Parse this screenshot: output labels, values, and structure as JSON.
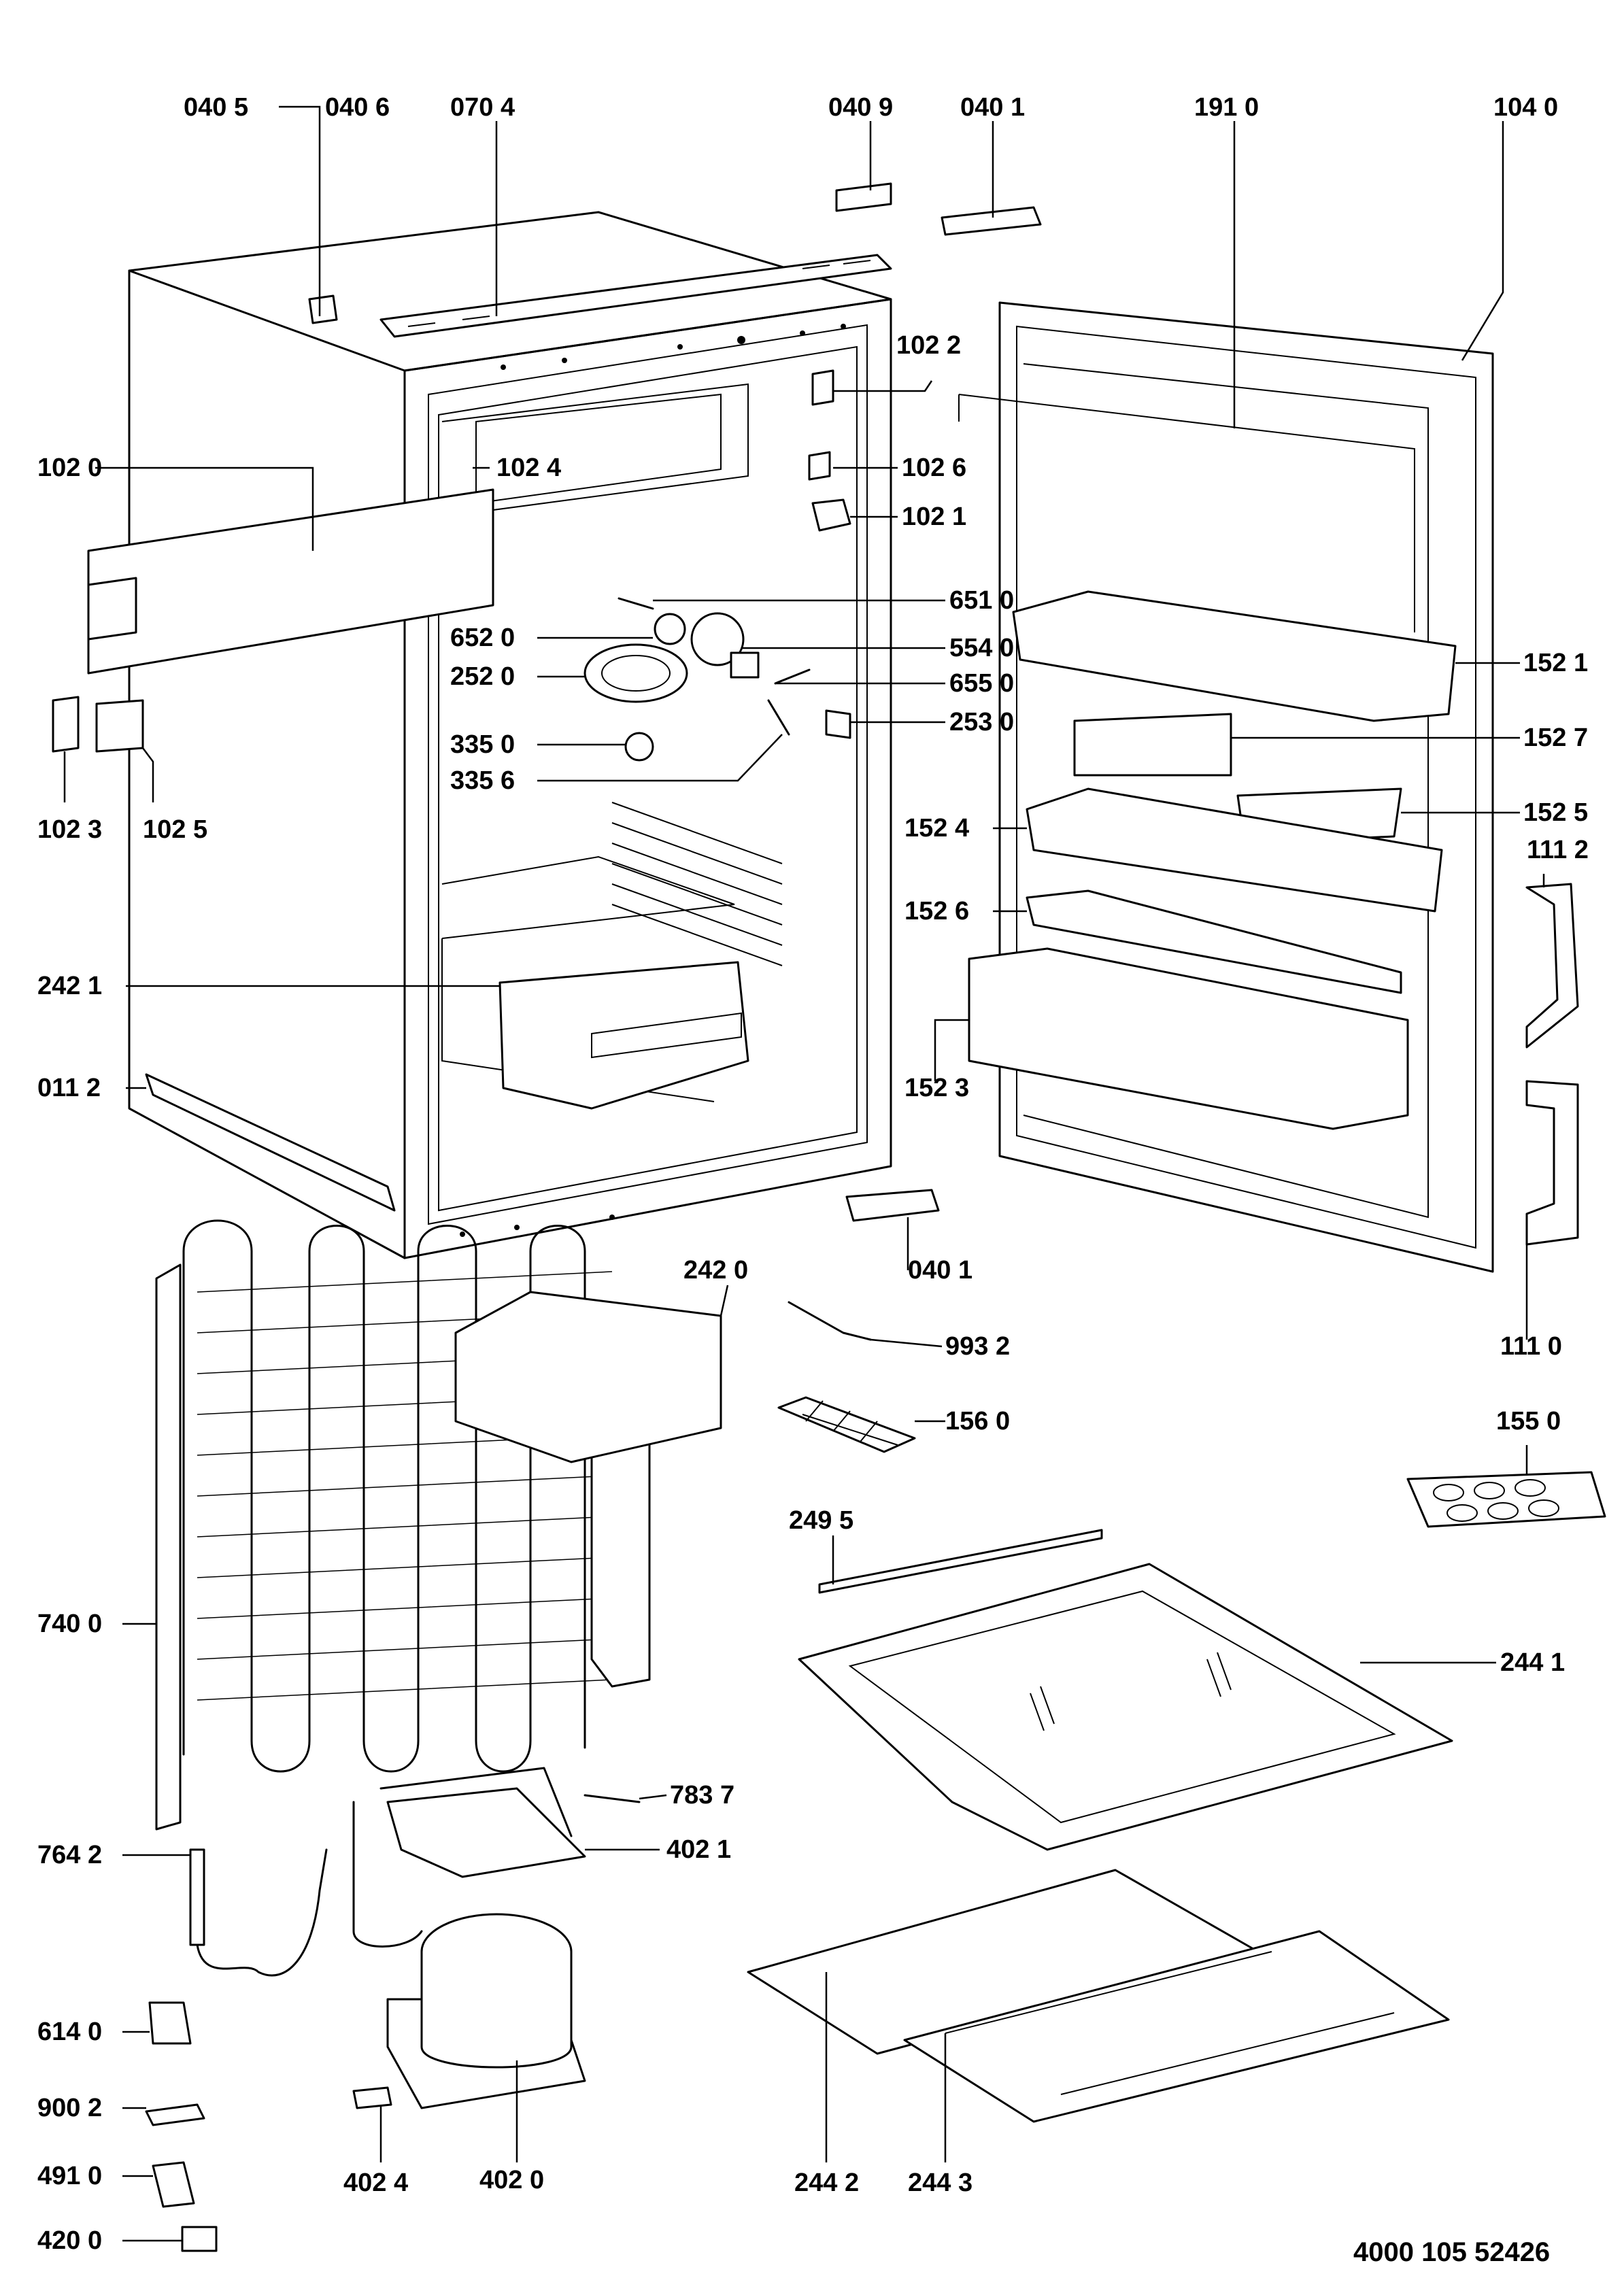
{
  "document_number": "4000 105 52426",
  "callouts": [
    {
      "id": "c-0405",
      "text": "040 5"
    },
    {
      "id": "c-0406",
      "text": "040 6"
    },
    {
      "id": "c-0704",
      "text": "070 4"
    },
    {
      "id": "c-0409",
      "text": "040 9"
    },
    {
      "id": "c-0401a",
      "text": "040 1"
    },
    {
      "id": "c-1910",
      "text": "191 0"
    },
    {
      "id": "c-1040",
      "text": "104 0"
    },
    {
      "id": "c-1022",
      "text": "102 2"
    },
    {
      "id": "c-1020",
      "text": "102 0"
    },
    {
      "id": "c-1024",
      "text": "102 4"
    },
    {
      "id": "c-1026",
      "text": "102 6"
    },
    {
      "id": "c-1021",
      "text": "102 1"
    },
    {
      "id": "c-6510",
      "text": "651 0"
    },
    {
      "id": "c-6520",
      "text": "652 0"
    },
    {
      "id": "c-5540",
      "text": "554 0"
    },
    {
      "id": "c-2520",
      "text": "252 0"
    },
    {
      "id": "c-6550",
      "text": "655 0"
    },
    {
      "id": "c-2530",
      "text": "253 0"
    },
    {
      "id": "c-1521",
      "text": "152 1"
    },
    {
      "id": "c-3350",
      "text": "335 0"
    },
    {
      "id": "c-3356",
      "text": "335 6"
    },
    {
      "id": "c-1527",
      "text": "152 7"
    },
    {
      "id": "c-1023",
      "text": "102 3"
    },
    {
      "id": "c-1025",
      "text": "102 5"
    },
    {
      "id": "c-1524",
      "text": "152 4"
    },
    {
      "id": "c-1525",
      "text": "152 5"
    },
    {
      "id": "c-1112",
      "text": "111 2"
    },
    {
      "id": "c-1526",
      "text": "152 6"
    },
    {
      "id": "c-2421",
      "text": "242 1"
    },
    {
      "id": "c-0112",
      "text": "011 2"
    },
    {
      "id": "c-1523",
      "text": "152 3"
    },
    {
      "id": "c-0401b",
      "text": "040 1"
    },
    {
      "id": "c-2420",
      "text": "242 0"
    },
    {
      "id": "c-1110",
      "text": "111 0"
    },
    {
      "id": "c-9932",
      "text": "993 2"
    },
    {
      "id": "c-1560",
      "text": "156 0"
    },
    {
      "id": "c-1550",
      "text": "155 0"
    },
    {
      "id": "c-2495",
      "text": "249 5"
    },
    {
      "id": "c-7400",
      "text": "740 0"
    },
    {
      "id": "c-2441",
      "text": "244 1"
    },
    {
      "id": "c-7837",
      "text": "783 7"
    },
    {
      "id": "c-7642",
      "text": "764 2"
    },
    {
      "id": "c-4021",
      "text": "402 1"
    },
    {
      "id": "c-6140",
      "text": "614 0"
    },
    {
      "id": "c-9002",
      "text": "900 2"
    },
    {
      "id": "c-4910",
      "text": "491 0"
    },
    {
      "id": "c-4024",
      "text": "402 4"
    },
    {
      "id": "c-4020",
      "text": "402 0"
    },
    {
      "id": "c-2442",
      "text": "244 2"
    },
    {
      "id": "c-2443",
      "text": "244 3"
    },
    {
      "id": "c-4200",
      "text": "420 0"
    }
  ]
}
